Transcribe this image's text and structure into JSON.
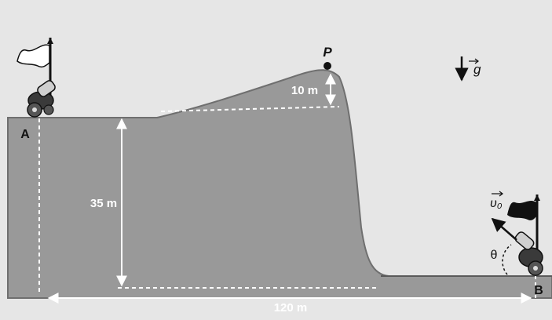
{
  "figure": {
    "labels": {
      "point_a": "A",
      "point_b": "B",
      "point_p": "P",
      "hill_height": "10 m",
      "cliff_height": "35 m",
      "horizontal_distance": "120 m",
      "gravity": "g",
      "initial_velocity": "υ₀",
      "launch_angle": "θ"
    },
    "colors": {
      "paper": "#e6e6e6",
      "ground": "#999999",
      "ground_edge": "#6f6f6f",
      "dimension_line": "#ffffff",
      "ink": "#111111"
    },
    "icons": [
      "white-flag-icon",
      "cannon-a-icon",
      "black-flag-icon",
      "cannon-b-icon",
      "gravity-arrow-icon",
      "velocity-arrow-icon"
    ]
  }
}
